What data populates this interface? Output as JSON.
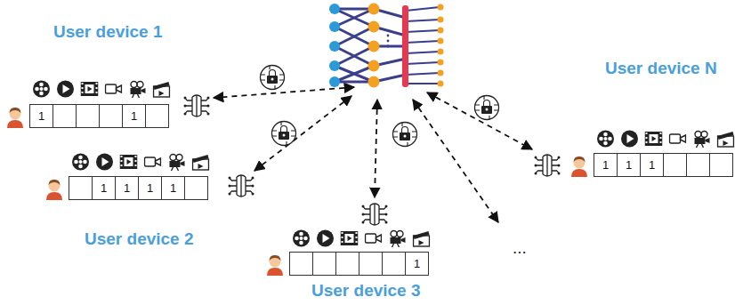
{
  "diagram": {
    "nodes": [
      {
        "text": [
          "User device 1",
          "1",
          "1"
        ]
      },
      {
        "text": [
          "User device 2",
          "1",
          "1",
          "1",
          "1"
        ]
      },
      {
        "text": [
          "User device 3",
          "1"
        ]
      },
      {
        "text": [
          "User device N",
          "1",
          "1",
          "1"
        ]
      }
    ],
    "labels": [
      "..."
    ]
  }
}
